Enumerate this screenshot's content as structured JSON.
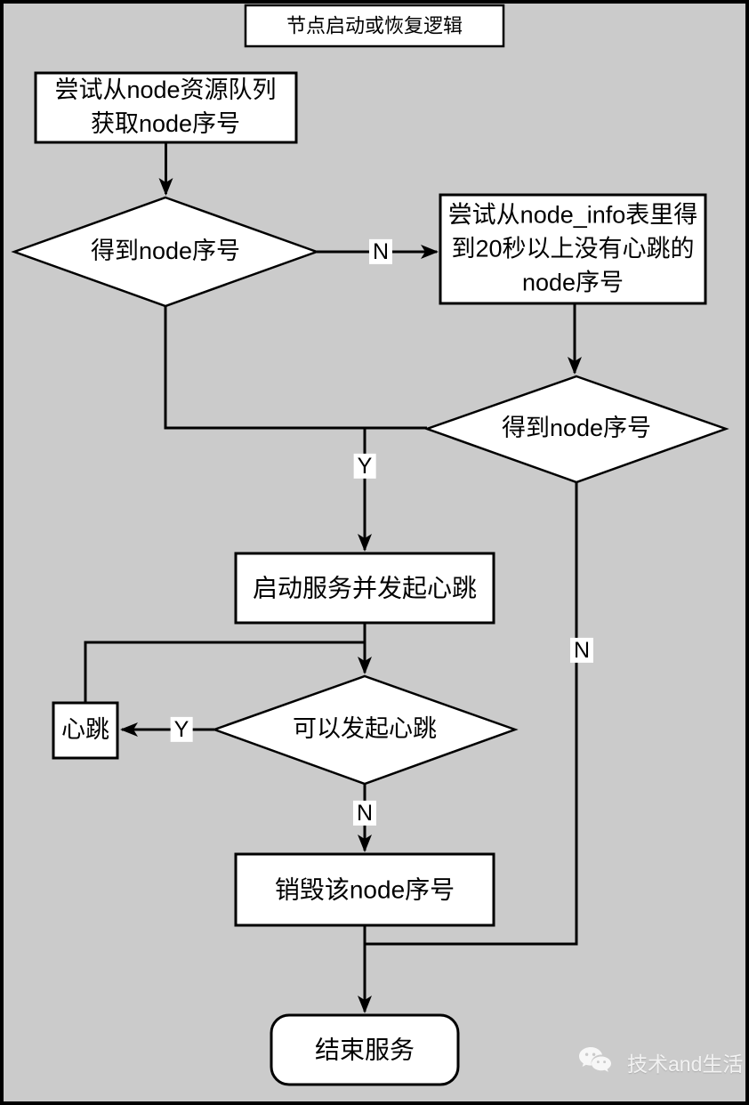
{
  "title": "节点启动或恢复逻辑",
  "nodes": {
    "try_queue": {
      "type": "process",
      "text": "尝试从node资源队列\n获取node序号"
    },
    "got_node_1": {
      "type": "decision",
      "text": "得到node序号"
    },
    "try_node_info": {
      "type": "process",
      "text": "尝试从node_info表里得\n到20秒以上没有心跳的\nnode序号"
    },
    "got_node_2": {
      "type": "decision",
      "text": "得到node序号"
    },
    "start_service": {
      "type": "process",
      "text": "启动服务并发起心跳"
    },
    "can_heartbeat": {
      "type": "decision",
      "text": "可以发起心跳"
    },
    "heartbeat": {
      "type": "process",
      "text": "心跳"
    },
    "destroy_node": {
      "type": "process",
      "text": "销毁该node序号"
    },
    "end_service": {
      "type": "terminator",
      "text": "结束服务"
    }
  },
  "edge_labels": {
    "got1_no": "N",
    "merged_yes": "Y",
    "got2_no": "N",
    "can_yes": "Y",
    "can_no": "N"
  },
  "watermark": {
    "icon": "wechat-icon",
    "text": "技术and生活"
  },
  "colors": {
    "background": "#cbcbcb",
    "shape_fill": "#ffffff",
    "stroke": "#000000",
    "watermark_text": "rgba(255,255,255,0.82)"
  }
}
